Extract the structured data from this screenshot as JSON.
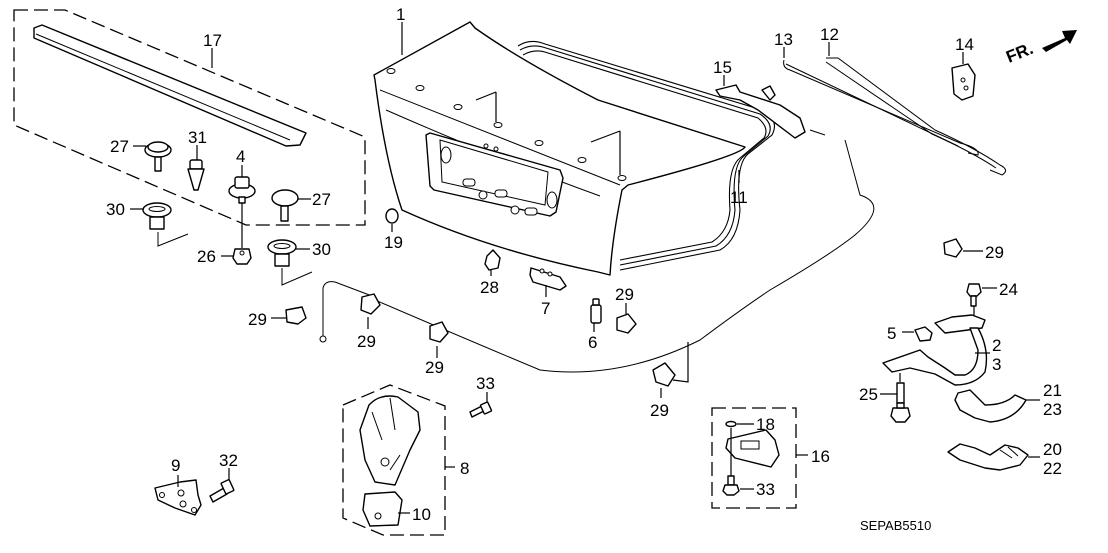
{
  "diagram": {
    "title": "Trunk lid parts diagram",
    "drawing_code": "SEPAB5510",
    "direction_label": "FR.",
    "callouts": {
      "c1": "1",
      "c2": "2",
      "c3": "3",
      "c4": "4",
      "c5": "5",
      "c6": "6",
      "c7": "7",
      "c8": "8",
      "c9": "9",
      "c10": "10",
      "c11": "11",
      "c12": "12",
      "c13": "13",
      "c14": "14",
      "c15": "15",
      "c16": "16",
      "c17": "17",
      "c18": "18",
      "c19": "19",
      "c20": "20",
      "c21": "21",
      "c22": "22",
      "c23": "23",
      "c24": "24",
      "c25": "25",
      "c26": "26",
      "c27a": "27",
      "c27b": "27",
      "c28": "28",
      "c29a": "29",
      "c29b": "29",
      "c29c": "29",
      "c29d": "29",
      "c29e": "29",
      "c29f": "29",
      "c30a": "30",
      "c30b": "30",
      "c31": "31",
      "c32": "32",
      "c33a": "33",
      "c33b": "33"
    }
  }
}
